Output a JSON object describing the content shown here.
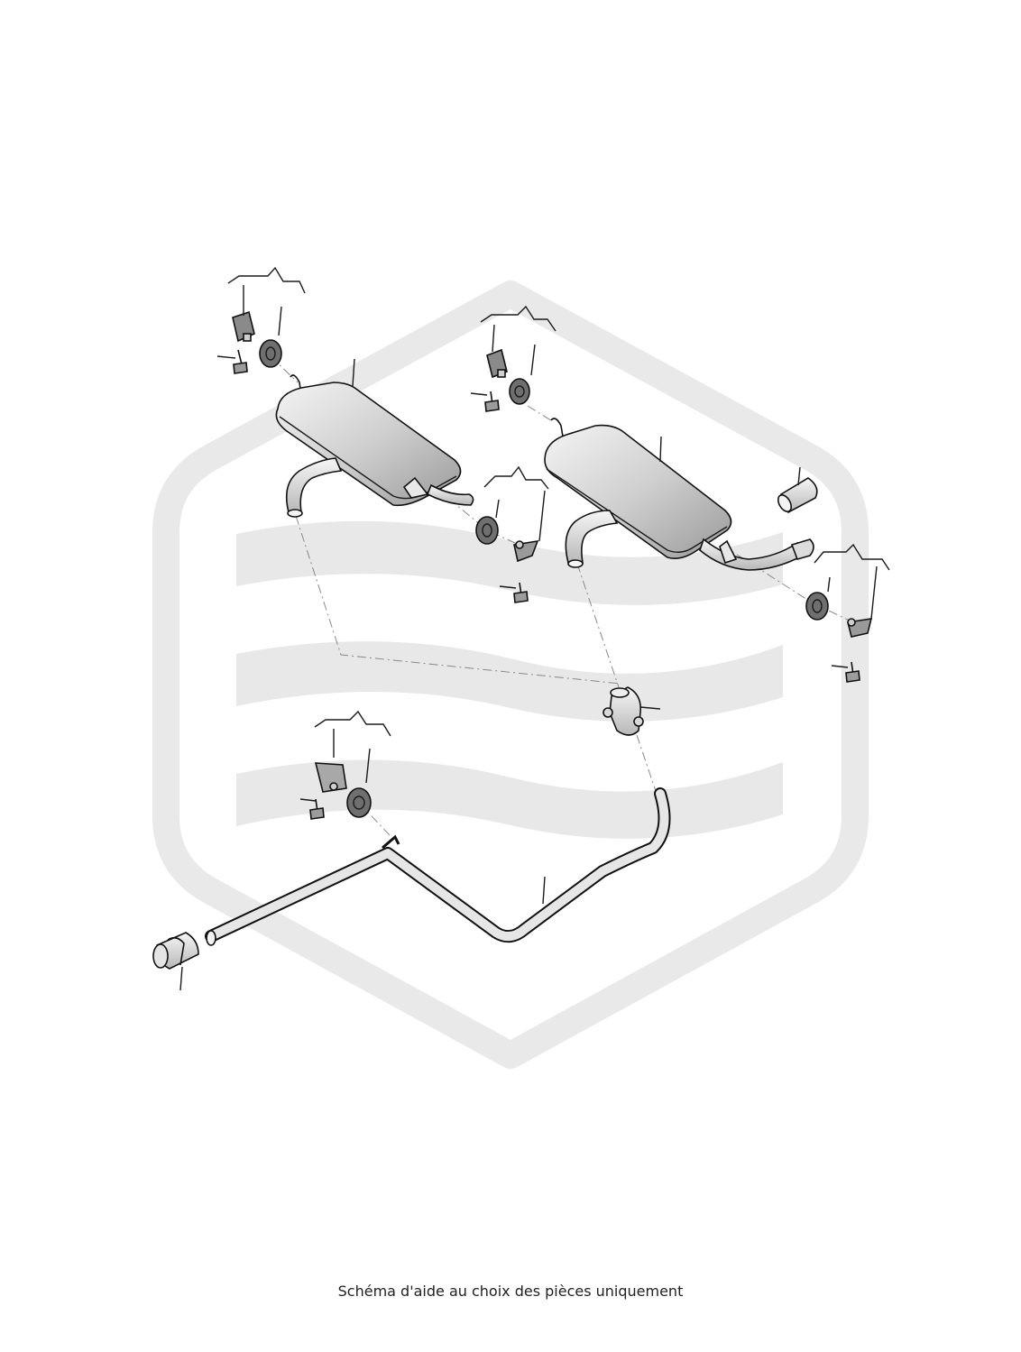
{
  "caption": "Schéma d'aide au choix des pièces uniquement",
  "colors": {
    "watermark": "#e8e8e8",
    "part_fill_light": "#f2f2f2",
    "part_fill_mid": "#cfcfcf",
    "part_fill_dark": "#8e8e8e",
    "line": "#1b1b1b"
  },
  "icons": {
    "watermark": "hexagon-wave-logo",
    "rear_muffler_left": "muffler",
    "rear_muffler_right": "muffler",
    "middle_pipe": "exhaust-pipe",
    "clamp": "pipe-clamp",
    "connector": "pipe-connector",
    "tailpipe_sleeve": "tailpipe-sleeve",
    "hanger": "rubber-hanger",
    "bracket": "mounting-bracket",
    "bolt": "bolt"
  }
}
